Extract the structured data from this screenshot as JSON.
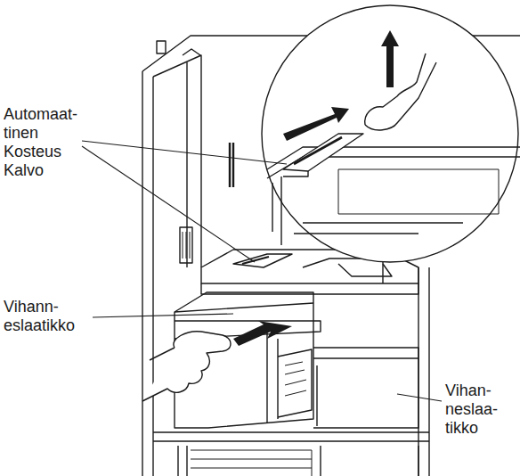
{
  "diagram": {
    "labels": [
      "Automaat- tinen Kosteus Kalvo",
      "Vihann- eslaatikko",
      "Vihan- neslaa- tikko"
    ]
  }
}
